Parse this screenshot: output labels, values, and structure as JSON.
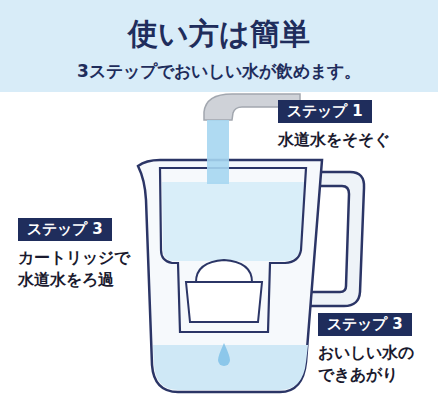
{
  "diagram": {
    "title": "使い方は簡単",
    "nodes": [
      {
        "text": [
          "ステップ 1",
          "水道水をそそぐ"
        ]
      },
      {
        "text": [
          "ステップ 3",
          "カートリッジで 水道水をろ過"
        ]
      },
      {
        "text": [
          "ステップ 3",
          "おいしい水の できあがり"
        ]
      }
    ],
    "labels": [
      "3ステップでおいしい水が飲めます。"
    ]
  }
}
